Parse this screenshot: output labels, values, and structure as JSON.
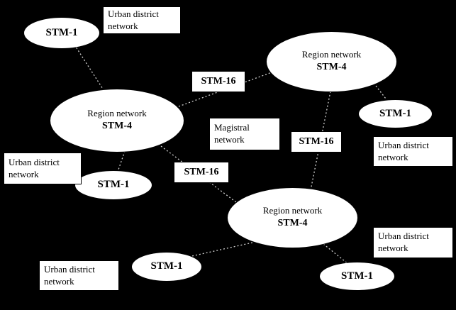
{
  "colors": {
    "background": "#000000",
    "node_fill": "#ffffff",
    "node_border": "#000000",
    "text": "#000000",
    "link_line": "#d0d0d0"
  },
  "nodes": {
    "region_top": {
      "line1": "Region network",
      "line2": "STM-4"
    },
    "region_left": {
      "line1": "Region network",
      "line2": "STM-4"
    },
    "region_bottom": {
      "line1": "Region network",
      "line2": "STM-4"
    },
    "stm1_top_left": {
      "label": "STM-1"
    },
    "stm1_right": {
      "label": "STM-1"
    },
    "stm1_left": {
      "label": "STM-1"
    },
    "stm1_bottom_mid": {
      "label": "STM-1"
    },
    "stm1_bottom_right": {
      "label": "STM-1"
    }
  },
  "link_labels": {
    "stm16_top": "STM-16",
    "stm16_right": "STM-16",
    "stm16_bottom": "STM-16"
  },
  "annotations": {
    "urban_top_left": {
      "line1": "Urban district",
      "line2": "network"
    },
    "urban_left": {
      "line1": "Urban district",
      "line2": "network"
    },
    "urban_right": {
      "line1": "Urban district",
      "line2": "network"
    },
    "urban_bottom_left": {
      "line1": "Urban district",
      "line2": "network"
    },
    "urban_bottom_right": {
      "line1": "Urban district",
      "line2": "network"
    },
    "magistral": {
      "line1": "Magistral",
      "line2": "network"
    }
  }
}
